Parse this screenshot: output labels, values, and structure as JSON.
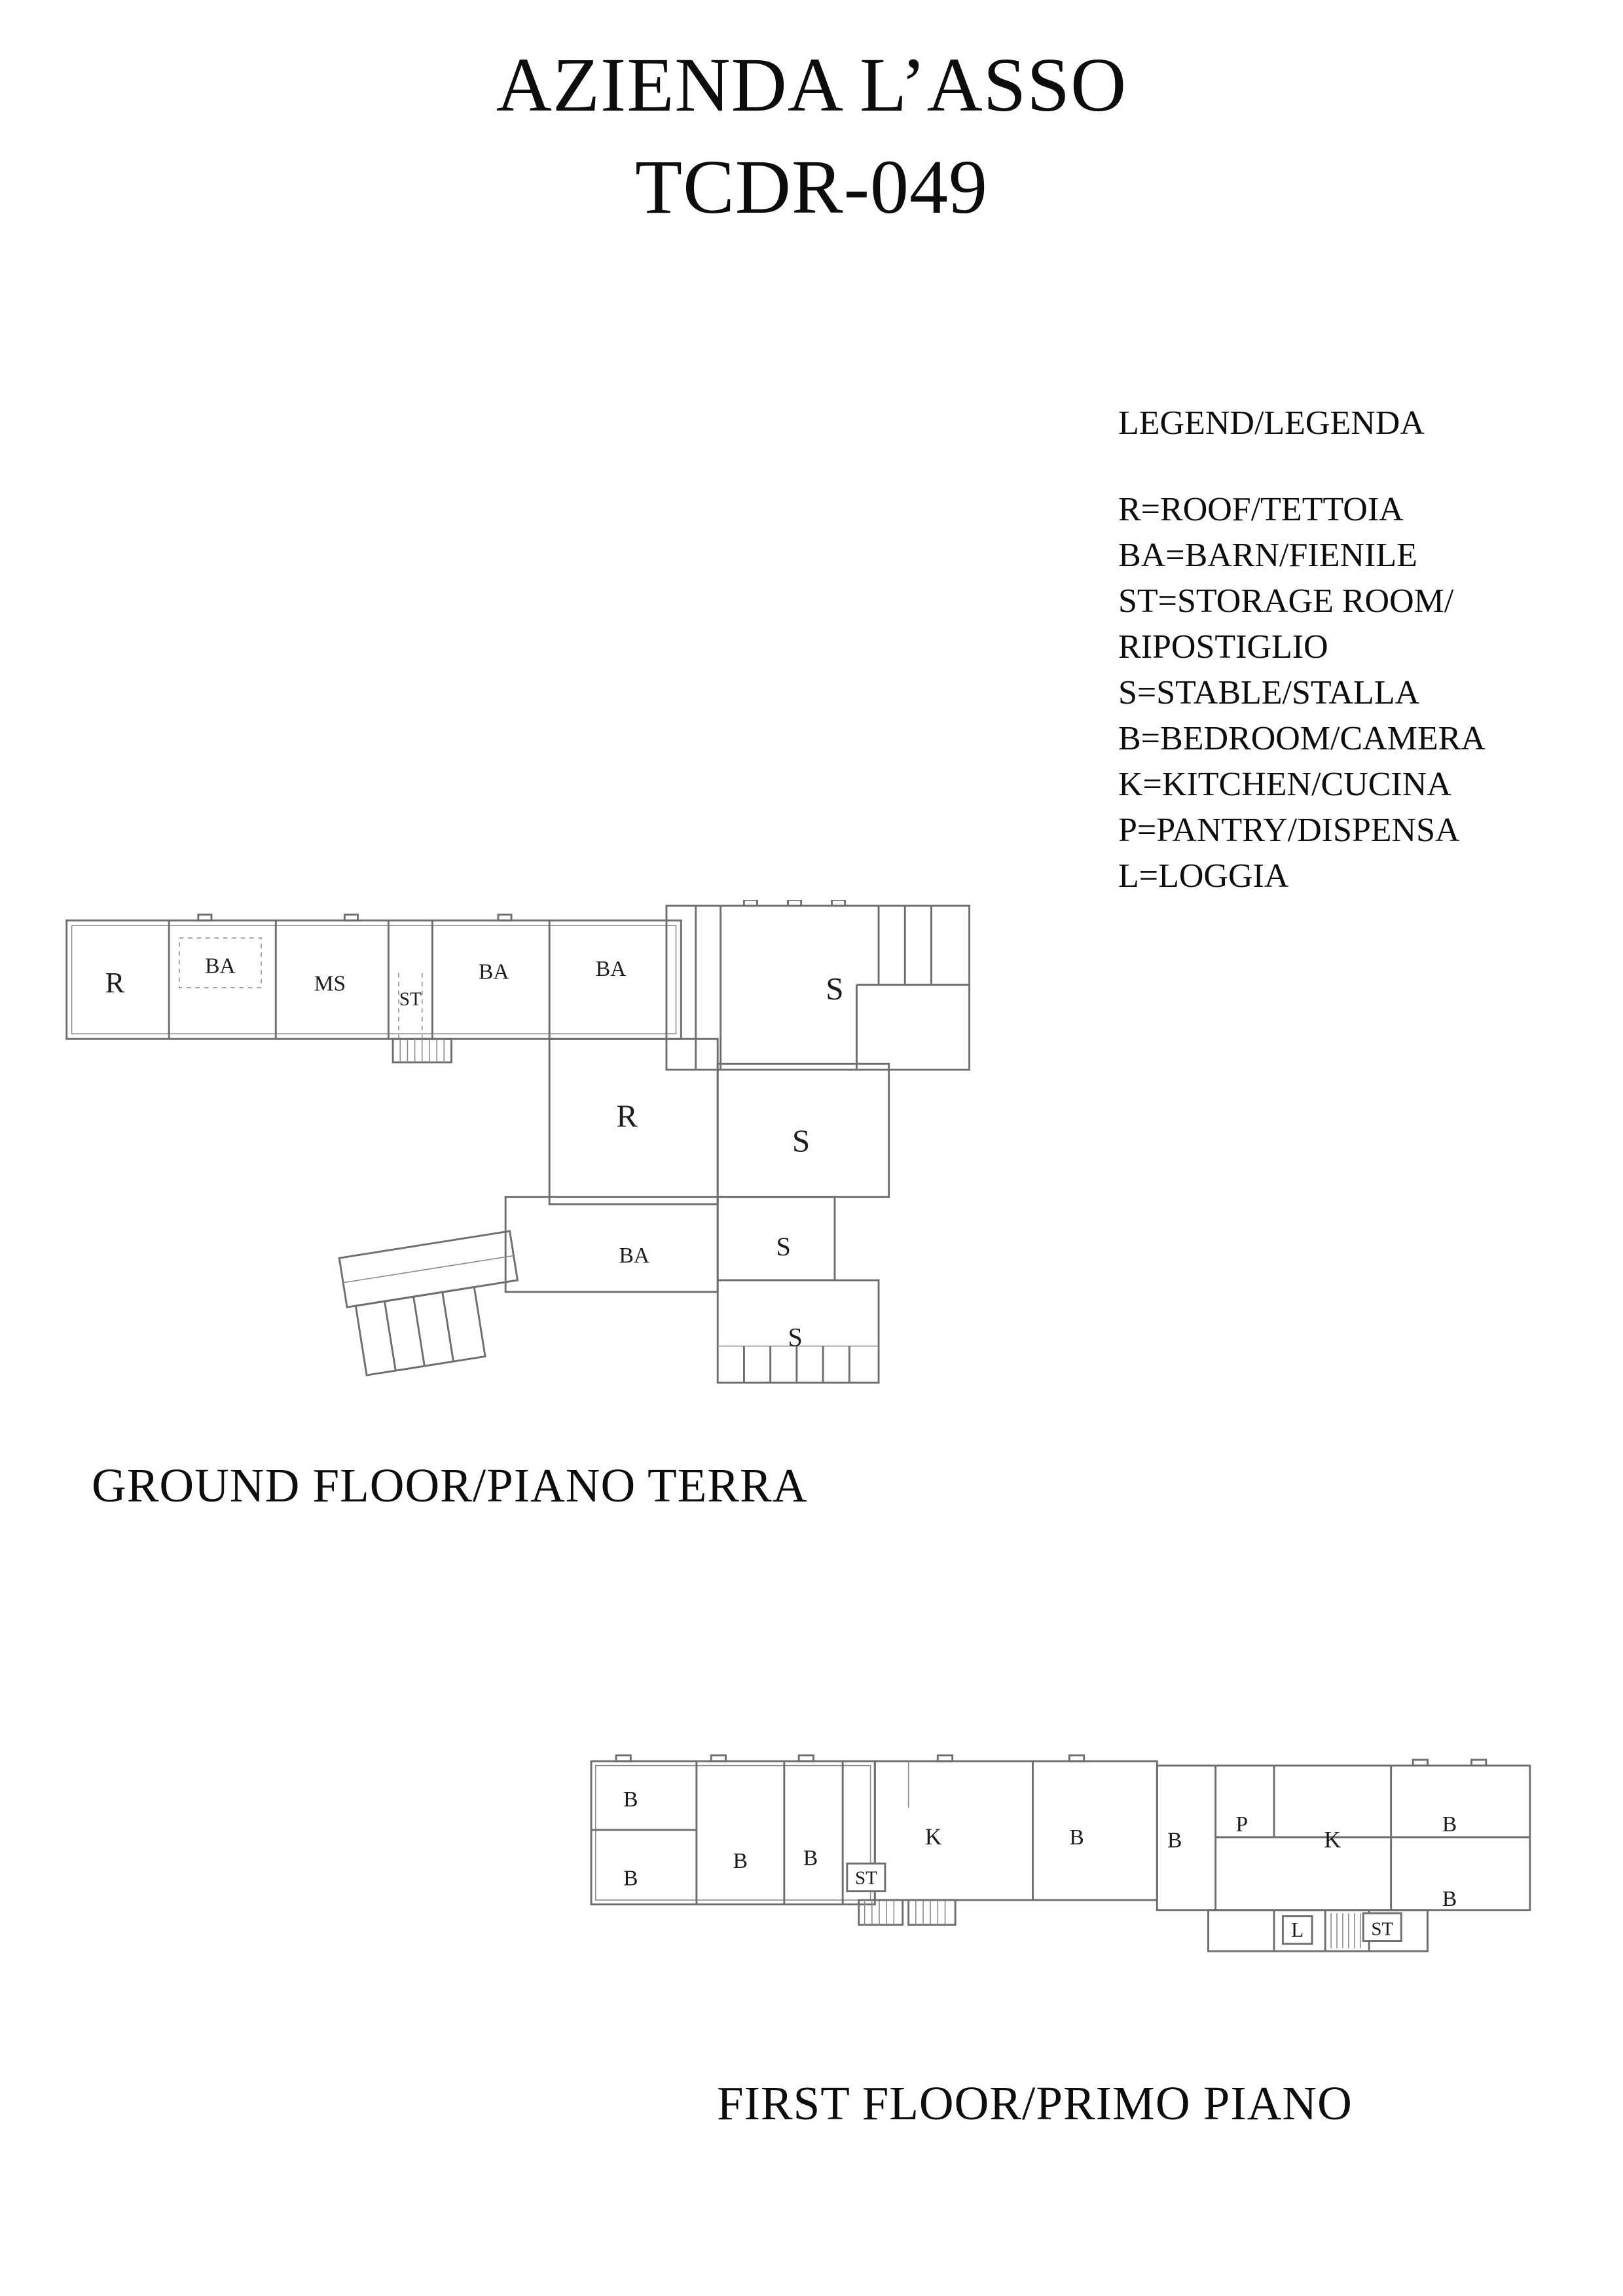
{
  "title": {
    "line1": "AZIENDA L’ASSO",
    "line2": "TCDR-049"
  },
  "legend": {
    "header": "LEGEND/LEGENDA",
    "entries": [
      "R=ROOF/TETTOIA",
      "BA=BARN/FIENILE",
      "ST=STORAGE ROOM/",
      "RIPOSTIGLIO",
      "S=STABLE/STALLA",
      "B=BEDROOM/CAMERA",
      "K=KITCHEN/CUCINA",
      "P=PANTRY/DISPENSA",
      "L=LOGGIA"
    ]
  },
  "ground_floor": {
    "caption": "GROUND FLOOR/PIANO TERRA",
    "rooms": [
      "R",
      "BA",
      "MS",
      "ST",
      "BA",
      "BA",
      "S",
      "R",
      "S",
      "BA",
      "S",
      "S"
    ]
  },
  "first_floor": {
    "caption": "FIRST FLOOR/PRIMO PIANO",
    "rooms": [
      "B",
      "B",
      "B",
      "B",
      "ST",
      "K",
      "B",
      "B",
      "P",
      "K",
      "B",
      "B",
      "L",
      "ST"
    ]
  }
}
